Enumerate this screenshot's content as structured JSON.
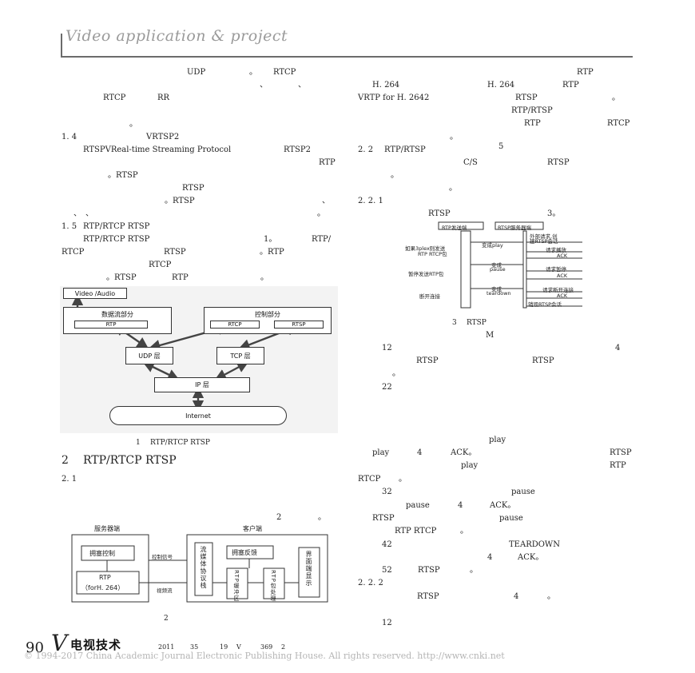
{
  "header": {
    "title": "Video application & project"
  },
  "left_column": {
    "l1": [
      "UDP",
      "。",
      "RTCP"
    ],
    "l2": [
      "、",
      "、"
    ],
    "l3": [
      "RTCP",
      "RR"
    ],
    "l4": "。",
    "sec_1_4": [
      "1. 4",
      "VRTSP2 "
    ],
    "l6": [
      "RTSPVReal-time Streaming Protocol",
      "RTSP2"
    ],
    "l7": "RTP",
    "l8": "。RTSP",
    "l9": "RTSP",
    "l10": [
      "。RTSP",
      "、"
    ],
    "l11": [
      "、",
      "、",
      "。"
    ],
    "sec_1_5": [
      "1. 5",
      "RTP/RTCP  RTSP"
    ],
    "l13": [
      "RTP/RTCP  RTSP",
      "1。",
      "RTP/"
    ],
    "l14": [
      "RTCP",
      "RTSP",
      "。RTP"
    ],
    "l15": "RTCP",
    "l16": [
      "。RTSP",
      "RTP",
      "。"
    ],
    "fig1_caption": [
      "1",
      "RTP/RTCP  RTSP"
    ],
    "sec_2": [
      "2",
      "RTP/RTCP  RTSP"
    ],
    "sec_2_1": "2. 1",
    "l_fig2_ref": [
      "2",
      "。"
    ],
    "fig2_caption": "2"
  },
  "fig1": {
    "video_audio": "Video /Audio",
    "data_part": "数据流部分",
    "control_part": "控制部分",
    "rtp": "RTP",
    "rtcp": "RTCP",
    "rtsp": "RTSP",
    "udp_layer": "UDP 层",
    "tcp_layer": "TCP 层",
    "ip_layer": "IP 层",
    "internet": "Internet"
  },
  "fig2": {
    "server": "服务器端",
    "client": "客户端",
    "control_signal": "控制信号",
    "video_stream": "视频流",
    "congestion_control": "拥塞控制",
    "rtp_264_a": "RTP",
    "rtp_264_b": "（forH. 264）",
    "stack": "流媒体协议栈",
    "feedback": "拥塞反馈",
    "buffer": "RTP缓冲区",
    "packet_proc": "RTP包处理",
    "display": "界面端显示"
  },
  "right_column": {
    "r1": "RTP",
    "r2": [
      "H. 264",
      "H. 264",
      "RTP"
    ],
    "r3": [
      "VRTP for H. 2642",
      "RTSP",
      "。"
    ],
    "r4": "RTP/RTSP",
    "r5": [
      "RTP",
      "RTCP"
    ],
    "r6": "。",
    "sec_2_2": [
      "2. 2",
      "RTP/RTSP",
      "5"
    ],
    "r8": [
      "C/S",
      "RTSP"
    ],
    "r9": "。",
    "r10": "。",
    "sec_2_2_1": "2. 2. 1",
    "r12": [
      "RTSP",
      "3。"
    ],
    "fig3_caption": [
      "3",
      "RTSP"
    ],
    "r_m": "M",
    "r14": [
      "12",
      "4"
    ],
    "r15": [
      "RTSP",
      "RTSP"
    ],
    "r16": "。",
    "r17": "22",
    "r18": "play",
    "r19": [
      "play",
      "4",
      "ACK。",
      "RTSP"
    ],
    "r20": [
      "play",
      "RTP"
    ],
    "r21": [
      "RTCP",
      "。"
    ],
    "r22": [
      "32",
      "pause"
    ],
    "r23": [
      "pause",
      "4",
      "ACK。"
    ],
    "r24": [
      "RTSP",
      "pause"
    ],
    "r25": [
      "RTP  RTCP",
      "。"
    ],
    "r26": [
      "42",
      "TEARDOWN"
    ],
    "r27": [
      "4",
      "ACK。"
    ],
    "r28": [
      "52",
      "RTSP",
      "。"
    ],
    "sec_2_2_2": "2. 2. 2",
    "r30": [
      "RTSP",
      "4",
      "。"
    ],
    "r31": "12"
  },
  "fig3": {
    "client": "RTP发送端",
    "server": "RTSP服务器端",
    "c1": "如果3plex则发送",
    "c1b": "RTP RTCP包",
    "c2": "暂停发送RTP包",
    "c3": "断开连接",
    "m1": "变成play",
    "m2a": "变成",
    "m2b": "pause",
    "m3a": "变成",
    "m3b": "teardown",
    "s1": "外部请求,创",
    "s1b": "建RTSP会话",
    "s2": "请求播放",
    "ack": "ACK",
    "s3": "请求暂停",
    "s4": "请求断开连接",
    "s5": "销毁RTSP会话"
  },
  "footer": {
    "page": "90",
    "logo_v": "V",
    "logo": "电视技术",
    "year": "2011",
    "vol": "35",
    "issue": "19",
    "v": "V",
    "no": "369",
    "n2": "2",
    "copyright": "© 1994-2017 China Academic Journal Electronic Publishing House. All rights reserved.    http://www.cnki.net"
  }
}
